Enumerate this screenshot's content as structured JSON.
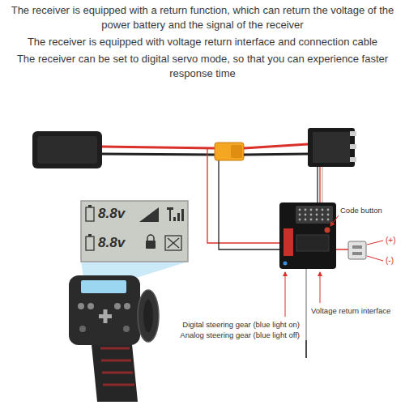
{
  "diagram": {
    "labels": [
      "The receiver is equipped with a return function, which can return the voltage of the power battery and the signal of the receiver",
      "The receiver is equipped with voltage return interface and connection cable",
      "The receiver can be set to digital servo mode, so that you can experience faster response time",
      "8.8v",
      "8.8v",
      "Code button",
      "(+)",
      "(-)",
      "Digital steering gear (blue light on)",
      "Analog steering gear (blue light off)",
      "Voltage return interface"
    ]
  }
}
